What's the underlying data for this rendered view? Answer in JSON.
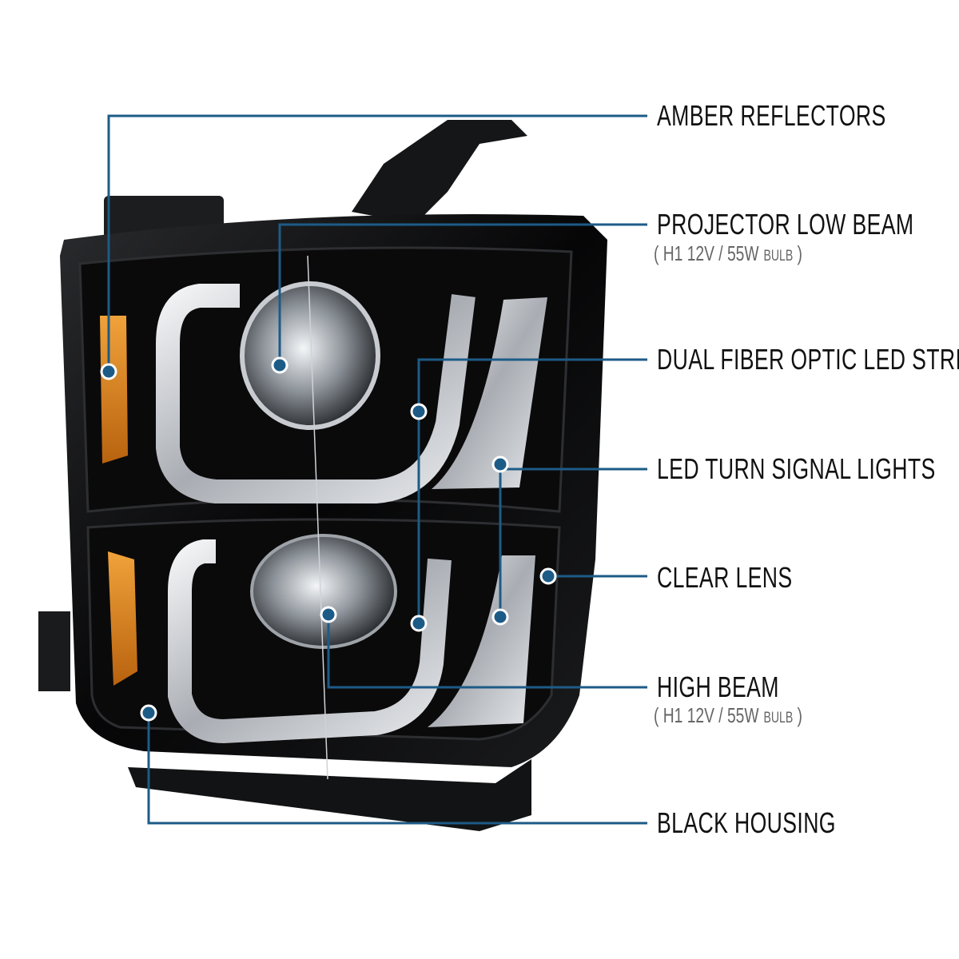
{
  "callouts": [
    {
      "label": "AMBER REFLECTORS"
    },
    {
      "label": "PROJECTOR LOW BEAM",
      "spec": {
        "open": "(",
        "main": "H1  12V / 55W",
        "unit": "BULB",
        "close": ")"
      }
    },
    {
      "label": "DUAL FIBER OPTIC LED STRIP"
    },
    {
      "label": "LED TURN SIGNAL LIGHTS"
    },
    {
      "label": "CLEAR LENS"
    },
    {
      "label": "HIGH BEAM",
      "spec": {
        "open": "(",
        "main": "H1  12V / 55W",
        "unit": "BULB",
        "close": ")"
      }
    },
    {
      "label": "BLACK HOUSING"
    }
  ],
  "colors": {
    "callout_line": "#1d5b87",
    "dot": "#1d5b87",
    "housing": "#0b0b0c",
    "amber": "#d9881e",
    "chrome": "#e9ecef"
  }
}
